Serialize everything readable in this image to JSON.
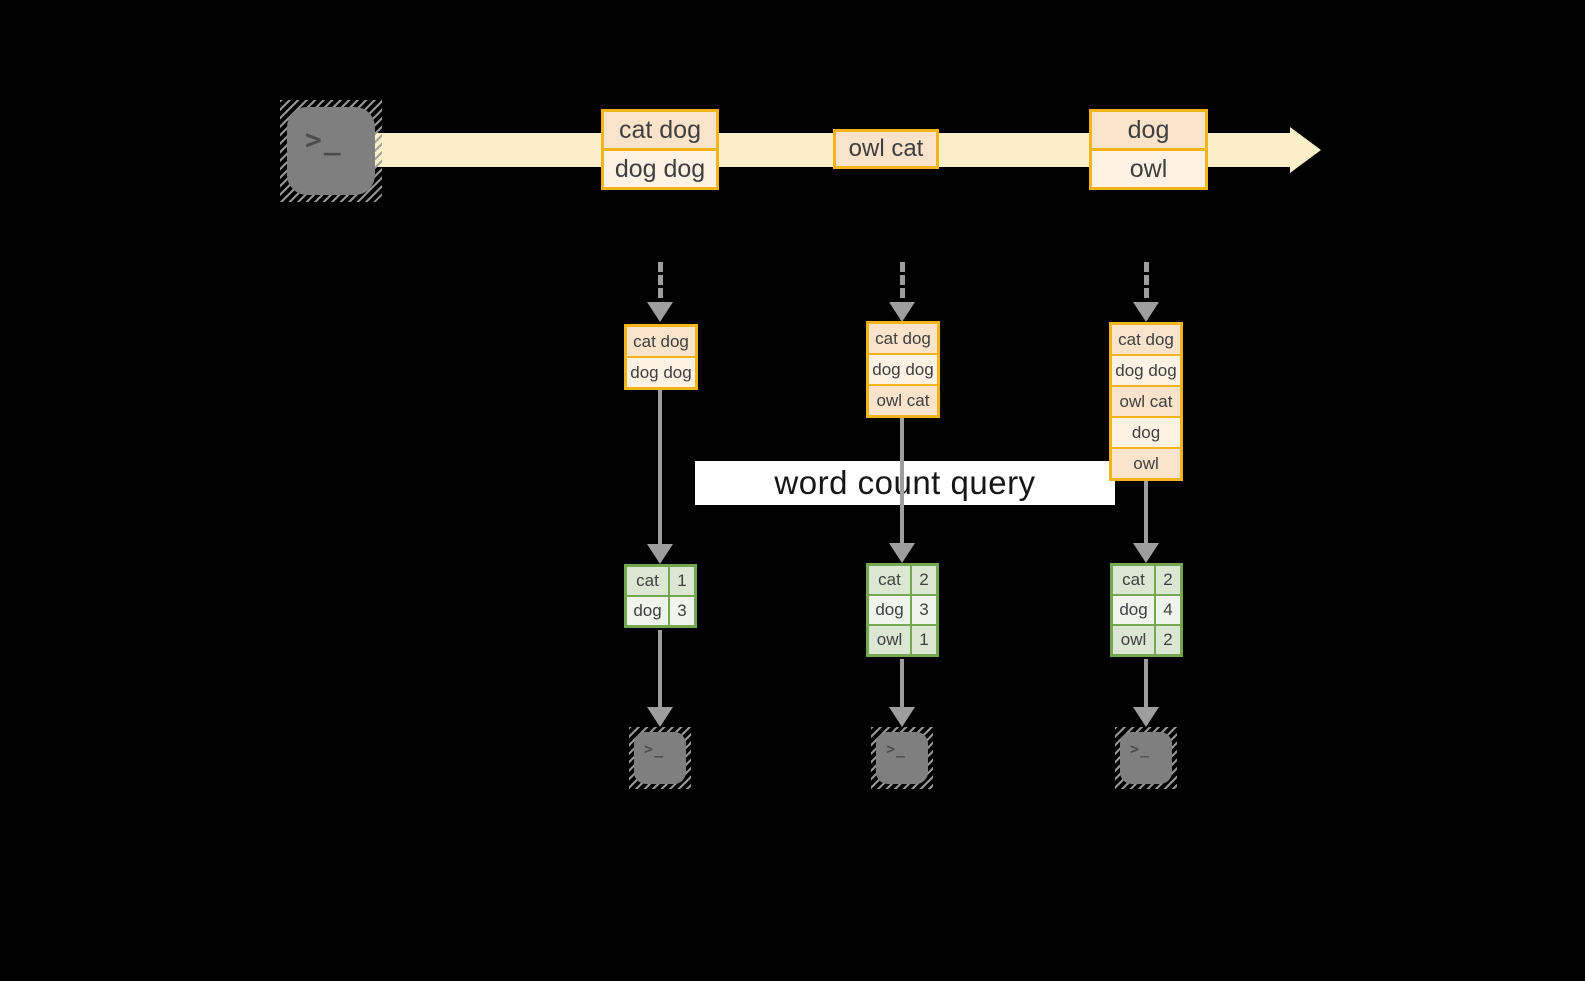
{
  "colors": {
    "background": "#000000",
    "stream-fill": "#FAEFC9",
    "cell-peach": "#FAE3CB",
    "cell-cream": "#FDF2E3",
    "accent-orange": "#F2B41B",
    "green-border": "#73A850",
    "green-row-a": "#DBE7D2",
    "green-row-b": "#F0F4EC",
    "arrow-gray": "#9E9E9E",
    "terminal-gray": "#7F7F7F",
    "terminal-glyph": "#4D4D4D",
    "query-band": "#FFFFFF",
    "query-text": "#161616",
    "text-dark": "#3F3F3F"
  },
  "terminal": {
    "prompt_glyph": ">_"
  },
  "stream": {
    "events": [
      {
        "cells": [
          "cat dog",
          "dog dog"
        ]
      },
      {
        "cells": [
          "owl cat"
        ]
      },
      {
        "cells": [
          "dog",
          "owl"
        ]
      }
    ]
  },
  "query": {
    "label": "word count query"
  },
  "columns": [
    {
      "buffer": [
        "cat dog",
        "dog dog"
      ],
      "counts": [
        {
          "word": "cat",
          "count": "1"
        },
        {
          "word": "dog",
          "count": "3"
        }
      ]
    },
    {
      "buffer": [
        "cat dog",
        "dog dog",
        "owl cat"
      ],
      "counts": [
        {
          "word": "cat",
          "count": "2"
        },
        {
          "word": "dog",
          "count": "3"
        },
        {
          "word": "owl",
          "count": "1"
        }
      ]
    },
    {
      "buffer": [
        "cat dog",
        "dog dog",
        "owl cat",
        "dog",
        "owl"
      ],
      "counts": [
        {
          "word": "cat",
          "count": "2"
        },
        {
          "word": "dog",
          "count": "4"
        },
        {
          "word": "owl",
          "count": "2"
        }
      ]
    }
  ]
}
